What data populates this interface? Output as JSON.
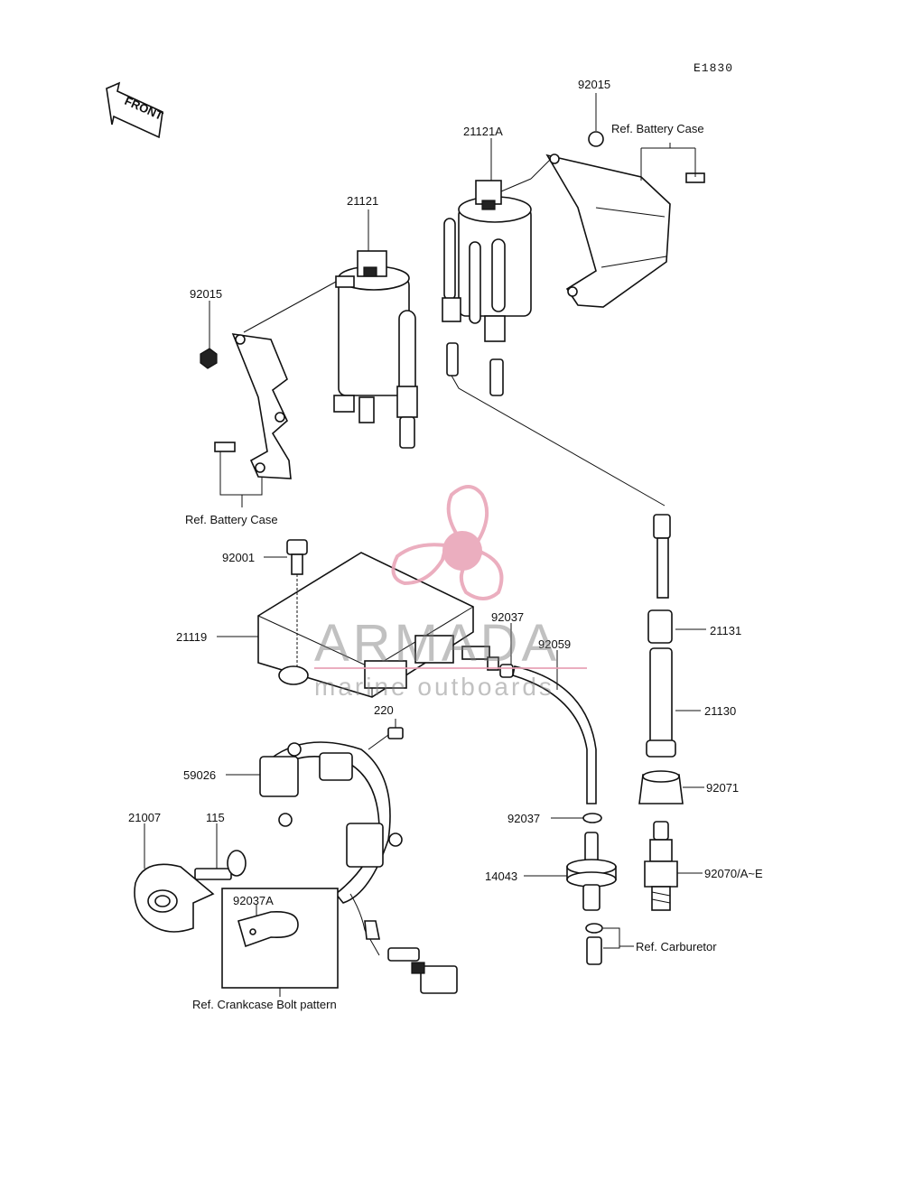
{
  "diagram": {
    "code": "E1830",
    "front_label": "FRONT",
    "labels": {
      "p92015_top": "92015",
      "ref_battery_case_top": "Ref. Battery Case",
      "p21121A": "21121A",
      "p21121": "21121",
      "p92015_left": "92015",
      "ref_battery_case_left": "Ref. Battery Case",
      "p92001": "92001",
      "p21119": "21119",
      "p92037_a": "92037",
      "p92059": "92059",
      "p21131": "21131",
      "p21130": "21130",
      "p220": "220",
      "p59026": "59026",
      "p92071": "92071",
      "p21007": "21007",
      "p115": "115",
      "p92037_b": "92037",
      "p14043": "14043",
      "p92070": "92070/A~E",
      "p92037A": "92037A",
      "ref_carburetor": "Ref. Carburetor",
      "ref_crankcase": "Ref. Crankcase Bolt pattern"
    }
  },
  "watermark": {
    "brand": "ARMADA",
    "tagline": "marine outboards",
    "color": "#e8a0b4"
  }
}
